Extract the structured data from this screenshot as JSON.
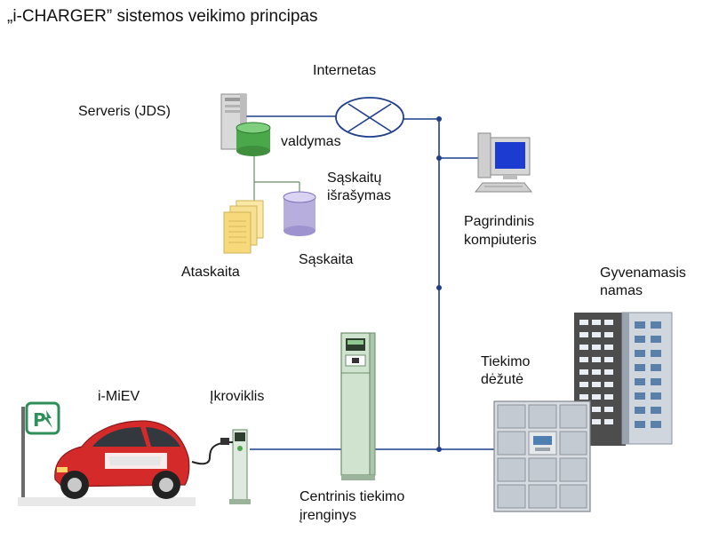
{
  "title": "„i-CHARGER”  sistemos veikimo principas",
  "labels": {
    "internet": "Internetas",
    "server": "Serveris (JDS)",
    "control": "valdymas",
    "billing_1": "Sąskaitų",
    "billing_2": "išrašymas",
    "report": "Ataskaita",
    "invoice": "Sąskaita",
    "main_pc_1": "Pagrindinis",
    "main_pc_2": "kompiuteris",
    "house_1": "Gyvenamasis",
    "house_2": "namas",
    "supply_box_1": "Tiekimo",
    "supply_box_2": "dėžutė",
    "car": "i-MiEV",
    "charger": "Įkroviklis",
    "central_1": "Centrinis tiekimo",
    "central_2": "įrenginys",
    "parking_sign": "P"
  },
  "colors": {
    "line": "#1f3f8a",
    "car_red": "#d42a2a",
    "sign_green": "#2f8f5a",
    "cabinet_green": "#cfe3cf",
    "cylinder_green": "#4aa84a",
    "cylinder_lilac": "#b8aede",
    "doc_yellow": "#f6d97a",
    "monitor_blue": "#1c3bd0",
    "building_dark": "#4d4d4d"
  }
}
